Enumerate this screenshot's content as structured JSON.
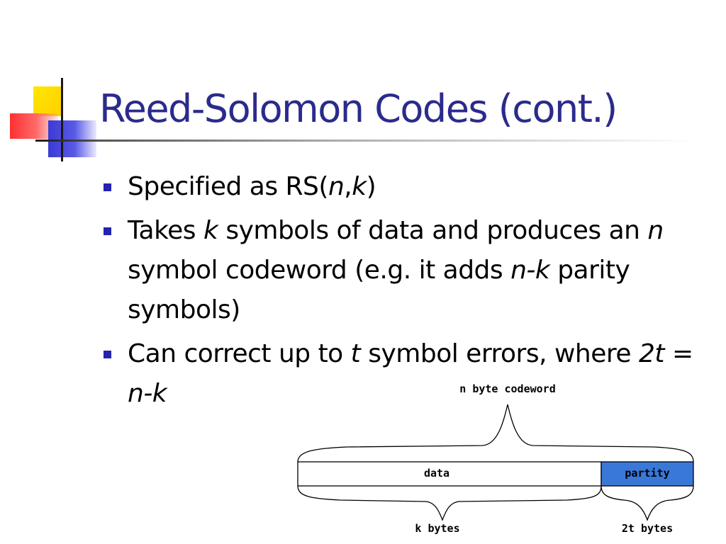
{
  "slide": {
    "title": "Reed-Solomon Codes (cont.)",
    "bullets": [
      {
        "parts": [
          {
            "text": "Specified as RS(",
            "italic": false
          },
          {
            "text": "n",
            "italic": true
          },
          {
            "text": ",",
            "italic": false
          },
          {
            "text": "k",
            "italic": true
          },
          {
            "text": ")",
            "italic": false
          }
        ]
      },
      {
        "parts": [
          {
            "text": "Takes ",
            "italic": false
          },
          {
            "text": "k",
            "italic": true
          },
          {
            "text": " symbols of data and produces an ",
            "italic": false
          },
          {
            "text": "n",
            "italic": true
          },
          {
            "text": " symbol codeword (e.g. it adds ",
            "italic": false
          },
          {
            "text": "n-k",
            "italic": true
          },
          {
            "text": " parity symbols)",
            "italic": false
          }
        ]
      },
      {
        "parts": [
          {
            "text": "Can correct up to ",
            "italic": false
          },
          {
            "text": "t",
            "italic": true
          },
          {
            "text": " symbol errors, where ",
            "italic": false
          },
          {
            "text": "2t",
            "italic": true
          },
          {
            "text": " = ",
            "italic": false
          },
          {
            "text": "n-k",
            "italic": true
          }
        ]
      }
    ]
  },
  "diagram": {
    "top_label": "n byte codeword",
    "data_label": "data",
    "parity_label": "partity",
    "data_bytes_label": "k bytes",
    "parity_bytes_label": "2t bytes",
    "colors": {
      "parity_fill": "#3a78d8",
      "stroke": "#000000"
    }
  },
  "colors": {
    "title": "#2b2b8c",
    "bullet": "#2323b0"
  }
}
